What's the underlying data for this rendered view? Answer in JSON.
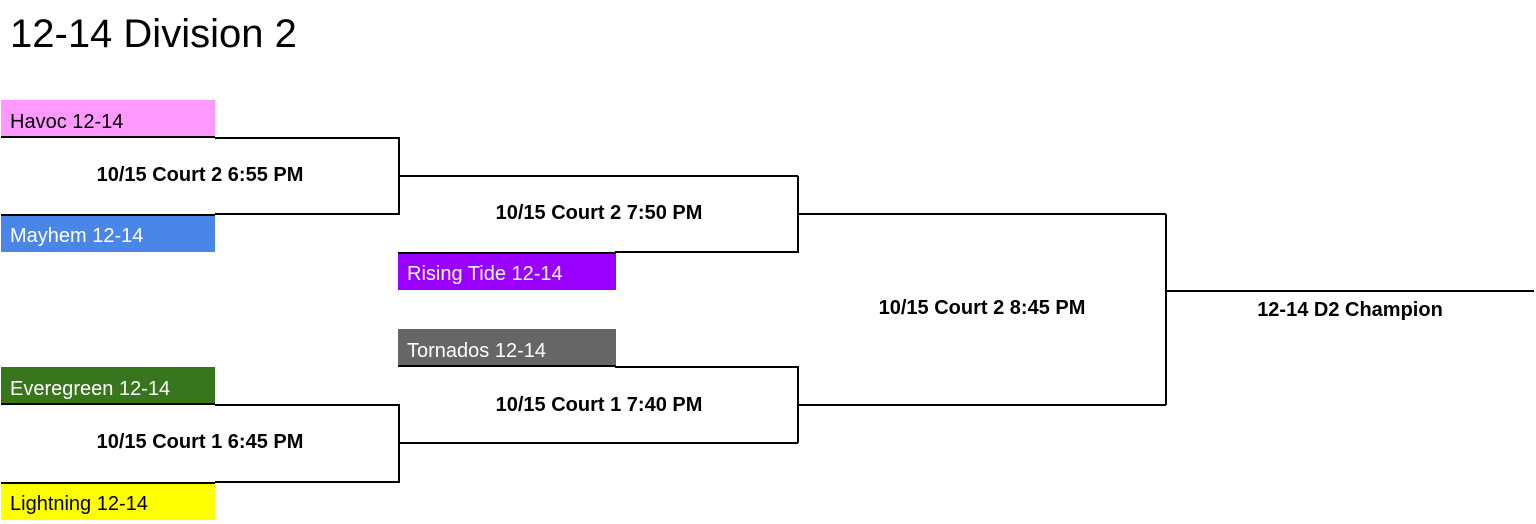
{
  "title": "12-14 Division 2",
  "teams": {
    "havoc": {
      "name": "Havoc 12-14",
      "color": "#ff99ff",
      "text_color": "#000000"
    },
    "mayhem": {
      "name": "Mayhem 12-14",
      "color": "#4a86e8",
      "text_color": "#ffffff"
    },
    "rising_tide": {
      "name": "Rising Tide 12-14",
      "color": "#9900ff",
      "text_color": "#ffffff"
    },
    "tornados": {
      "name": "Tornados 12-14",
      "color": "#666666",
      "text_color": "#ffffff"
    },
    "everegreen": {
      "name": "Everegreen 12-14",
      "color": "#38761d",
      "text_color": "#ffffff"
    },
    "lightning": {
      "name": "Lightning 12-14",
      "color": "#ffff00",
      "text_color": "#000000"
    }
  },
  "games": {
    "r1_top": "10/15 Court 2 6:55 PM",
    "r1_bottom": "10/15 Court 1 6:45 PM",
    "r2_top": "10/15 Court 2 7:50 PM",
    "r2_bottom": "10/15 Court 1 7:40 PM",
    "final": "10/15 Court 2 8:45 PM"
  },
  "champion": "12-14 D2 Champion"
}
